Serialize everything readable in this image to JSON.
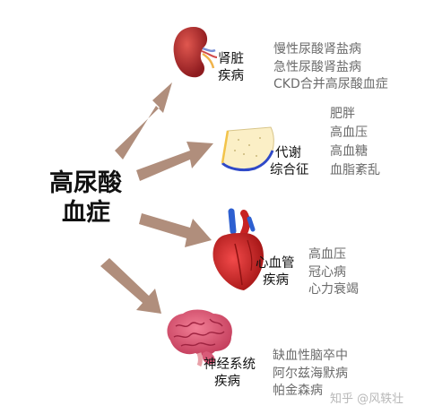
{
  "center": {
    "line1": "高尿酸",
    "line2": "血症"
  },
  "branches": [
    {
      "label1": "肾脏",
      "label2": "疾病",
      "diseases": [
        "慢性尿酸肾盐病",
        "急性尿酸肾盐病",
        "CKD合并高尿酸血症"
      ]
    },
    {
      "label1": "代谢",
      "label2": "综合征",
      "diseases": [
        "肥胖",
        "高血压",
        "高血糖",
        "血脂紊乱"
      ]
    },
    {
      "label1": "心血管",
      "label2": "疾病",
      "diseases": [
        "高血压",
        "冠心病",
        "心力衰竭"
      ]
    },
    {
      "label1": "神经系统",
      "label2": "疾病",
      "diseases": [
        "缺血性脑卒中",
        "阿尔兹海默病",
        "帕金森病"
      ]
    }
  ],
  "watermark": "知乎 @风轶壮",
  "colors": {
    "arrow": "#b08e7c",
    "kidney": "#b2262a",
    "heart": "#d22b2b",
    "brain": "#e05a7a",
    "organ_label": "#111111",
    "disease_text": "#6b6b6b"
  },
  "icons": [
    "kidney-icon",
    "abdomen-icon",
    "heart-icon",
    "brain-icon"
  ]
}
